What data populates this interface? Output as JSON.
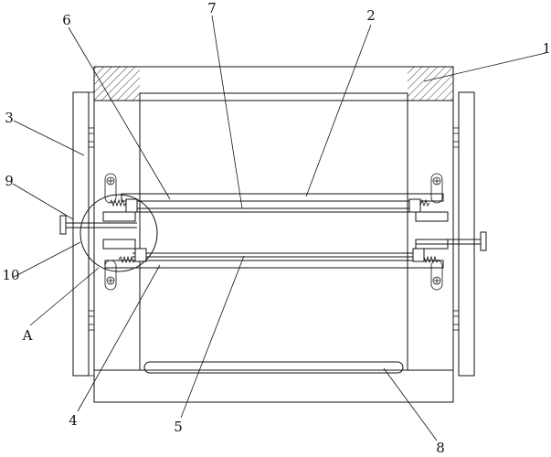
{
  "labels": {
    "l1": "1",
    "l2": "2",
    "l3": "3",
    "l4": "4",
    "l5": "5",
    "l6": "6",
    "l7": "7",
    "l8": "8",
    "l9": "9",
    "l10": "10",
    "lA": "A"
  },
  "colors": {
    "stroke": "#111111",
    "background": "#ffffff"
  }
}
